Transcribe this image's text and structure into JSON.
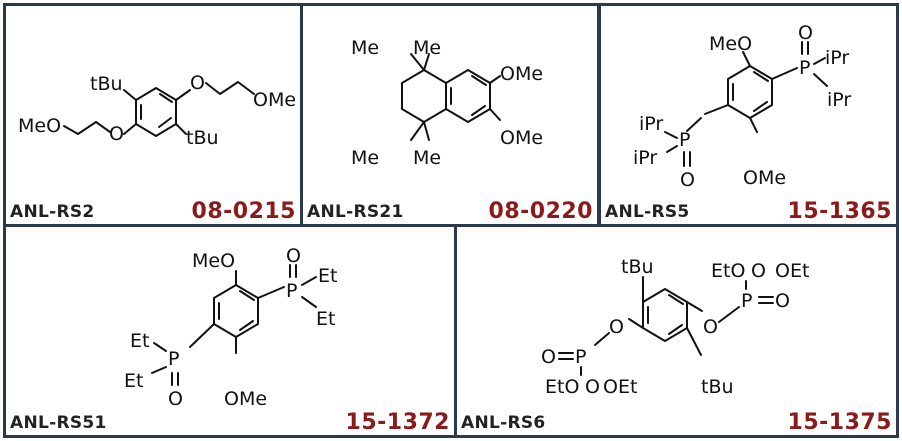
{
  "compounds": [
    {
      "name": "ANL-RS2",
      "code": "08-0215",
      "labels": [
        "tBu",
        "tBu",
        "O",
        "O",
        "OMe",
        "MeO"
      ]
    },
    {
      "name": "ANL-RS21",
      "code": "08-0220",
      "labels": [
        "Me",
        "Me",
        "Me",
        "Me",
        "OMe",
        "OMe"
      ]
    },
    {
      "name": "ANL-RS5",
      "code": "15-1365",
      "labels": [
        "MeO",
        "O",
        "P",
        "iPr",
        "iPr",
        "iPr",
        "P",
        "iPr",
        "O",
        "OMe"
      ]
    },
    {
      "name": "ANL-RS51",
      "code": "15-1372",
      "labels": [
        "MeO",
        "O",
        "P",
        "Et",
        "Et",
        "Et",
        "P",
        "Et",
        "O",
        "OMe"
      ]
    },
    {
      "name": "ANL-RS6",
      "code": "15-1375",
      "labels": [
        "tBu",
        "EtO",
        "O",
        "OEt",
        "P",
        "O",
        "O",
        "O",
        "O",
        "P",
        "O",
        "EtO",
        "OEt",
        "tBu"
      ]
    }
  ],
  "colors": {
    "border": "#2b3a4a",
    "code": "#8b1a1a",
    "name": "#222222"
  }
}
